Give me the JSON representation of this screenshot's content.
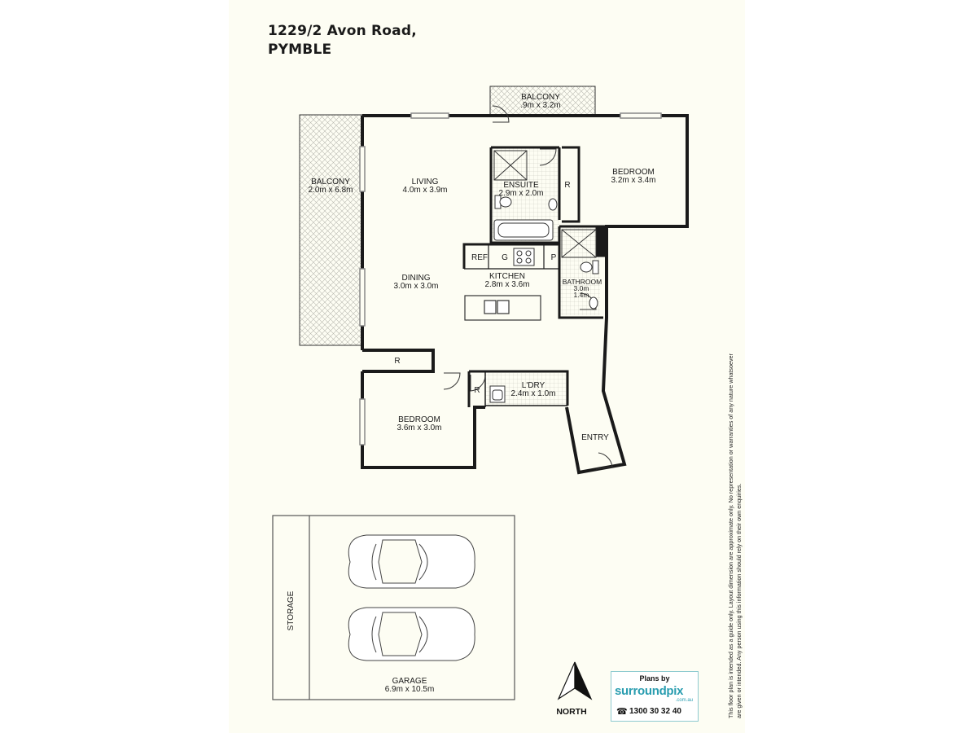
{
  "header": {
    "address_line1": "1229/2 Avon Road,",
    "address_line2": "PYMBLE"
  },
  "rooms": {
    "balcony_top": {
      "name": "BALCONY",
      "size": ".9m x 3.2m"
    },
    "balcony_left": {
      "name": "BALCONY",
      "size": "2.0m x 6.8m"
    },
    "living": {
      "name": "LIVING",
      "size": "4.0m x 3.9m"
    },
    "ensuite": {
      "name": "ENSUITE",
      "size": "2.9m x 2.0m"
    },
    "bedroom_main": {
      "name": "BEDROOM",
      "size": "3.2m x 3.4m"
    },
    "dining": {
      "name": "DINING",
      "size": "3.0m x 3.0m"
    },
    "kitchen": {
      "name": "KITCHEN",
      "size": "2.8m x 3.6m"
    },
    "bathroom": {
      "name": "BATHROOM",
      "size_line1": "3.0m",
      "size_line2": "1.4m"
    },
    "laundry": {
      "name": "L'DRY",
      "size": "2.4m x 1.0m"
    },
    "bedroom_2": {
      "name": "BEDROOM",
      "size": "3.6m x 3.0m"
    },
    "entry": {
      "name": "ENTRY"
    },
    "garage": {
      "name": "GARAGE",
      "size": "6.9m x 10.5m"
    },
    "storage": {
      "name": "STORAGE"
    }
  },
  "fixtures": {
    "robe": "R",
    "refrigerator": "REF",
    "gas": "G",
    "pantry": "P"
  },
  "compass": {
    "label": "NORTH"
  },
  "logo": {
    "plans_by": "Plans by",
    "brand": "surroundpix",
    "domain": ".com.au",
    "phone": "1300 30 32 40"
  },
  "disclaimer": "This floor plan is intended as a guide only. Layout dimension are approximate only. No representation or warranties of any nature whatsoever are given or intended. Any person using this information should rely on their own enquiries.",
  "colors": {
    "wall": "#1a1a1a",
    "background": "#fdfdf3",
    "brand": "#2a9db0"
  }
}
